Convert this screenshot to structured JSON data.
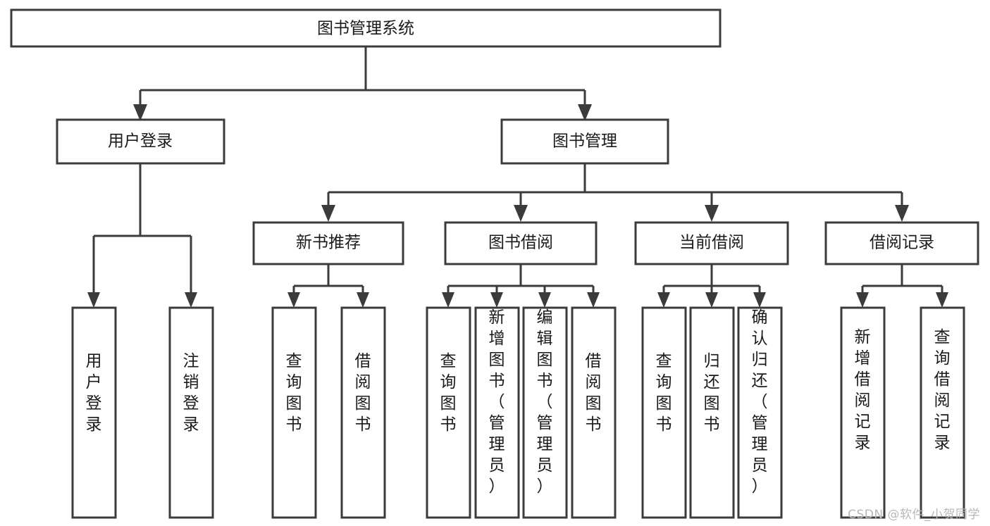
{
  "diagram": {
    "type": "tree-hierarchy",
    "title": "图书管理系统",
    "orientation": "top-down",
    "colors": {
      "box_fill": "#ffffff",
      "box_stroke": "#3b3b3b",
      "connector": "#3b3b3b",
      "text": "#1a1a1a",
      "background": "#ffffff",
      "watermark": "#b7b7b7"
    },
    "levels": {
      "root": {
        "label": "图书管理系统"
      },
      "level2": [
        {
          "label": "用户登录"
        },
        {
          "label": "图书管理"
        }
      ],
      "level3": [
        {
          "label": "新书推荐"
        },
        {
          "label": "图书借阅"
        },
        {
          "label": "当前借阅"
        },
        {
          "label": "借阅记录"
        }
      ],
      "leaves": {
        "user_login": [
          {
            "label": "用户登录"
          },
          {
            "label": "注销登录"
          }
        ],
        "new_book_recommend": [
          {
            "label": "查询图书"
          },
          {
            "label": "借阅图书"
          }
        ],
        "book_borrow": [
          {
            "label": "查询图书"
          },
          {
            "label": "新增图书（管理员）"
          },
          {
            "label": "编辑图书（管理员）"
          },
          {
            "label": "借阅图书"
          }
        ],
        "current_borrow": [
          {
            "label": "查询图书"
          },
          {
            "label": "归还图书"
          },
          {
            "label": "确认归还（管理员）"
          }
        ],
        "borrow_record": [
          {
            "label": "新增借阅记录"
          },
          {
            "label": "查询借阅记录"
          }
        ]
      }
    }
  },
  "watermark": {
    "text": "CSDN @软件_小贺同学"
  }
}
